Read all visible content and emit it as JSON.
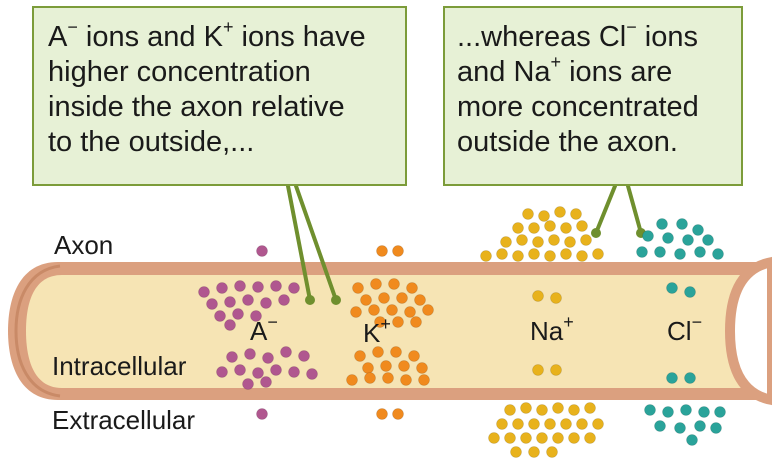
{
  "callouts": {
    "left": {
      "lines": [
        {
          "pre": "A",
          "sup": "−",
          "post": " ions and K",
          "sup2": "+",
          "post2": " ions have"
        },
        {
          "text": "higher concentration"
        },
        {
          "text": "inside the axon relative"
        },
        {
          "text": "to the outside,..."
        }
      ]
    },
    "right": {
      "lines": [
        {
          "pre": "...whereas Cl",
          "sup": "−",
          "post": " ions"
        },
        {
          "pre": "and Na",
          "sup": "+",
          "post": " ions are"
        },
        {
          "text": "more concentrated"
        },
        {
          "text": "outside the axon."
        }
      ]
    }
  },
  "labels": {
    "axon": "Axon",
    "intracellular": "Intracellular",
    "extracellular": "Extracellular"
  },
  "ions": {
    "a": {
      "base": "A",
      "charge": "−"
    },
    "k": {
      "base": "K",
      "charge": "+"
    },
    "na": {
      "base": "Na",
      "charge": "+"
    },
    "cl": {
      "base": "Cl",
      "charge": "−"
    }
  },
  "colors": {
    "anion": "#b0578f",
    "potassium": "#f08a1e",
    "sodium": "#e8b21c",
    "chloride": "#2aa39a",
    "membrane": "#d99c7c",
    "cytoplasm": "#f6e4b4",
    "callout_fill": "#e7f1d6",
    "callout_border": "#7c9c3a"
  }
}
